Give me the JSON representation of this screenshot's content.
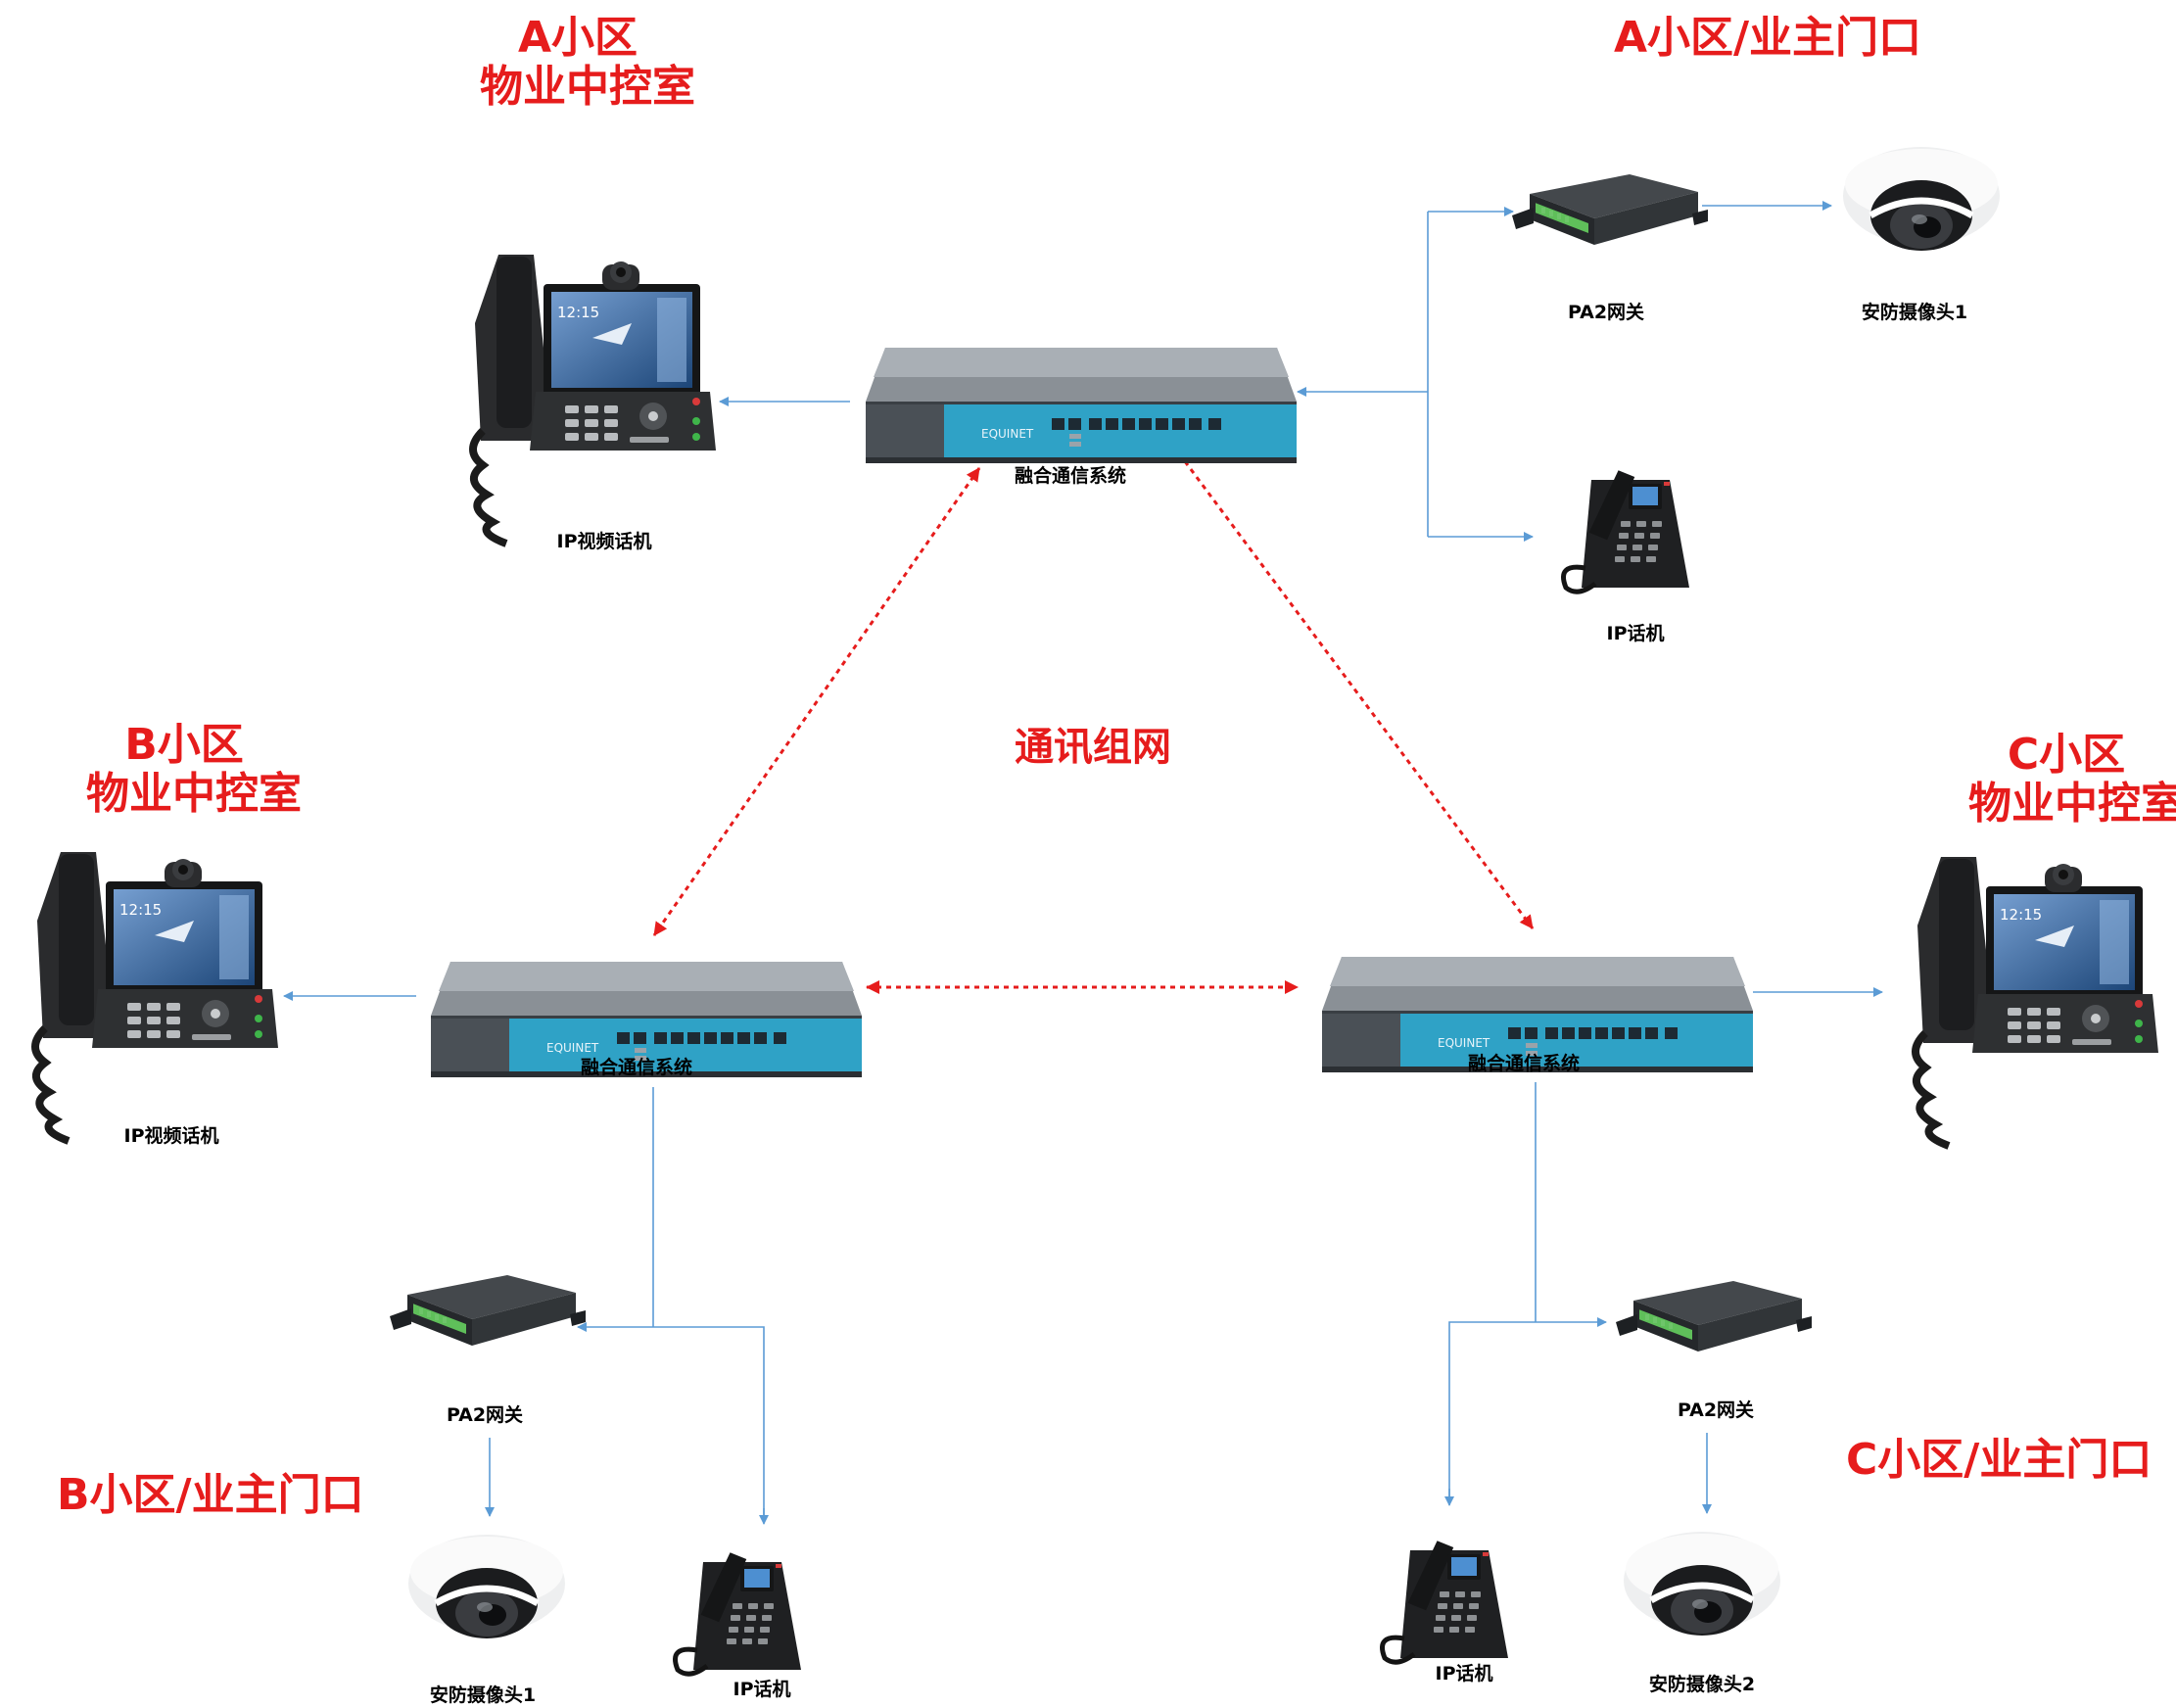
{
  "regions": {
    "a_control": {
      "line1": "A小区",
      "line2": "物业中控室"
    },
    "a_gate": {
      "line1": "A小区/业主门口"
    },
    "b_control": {
      "line1": "B小区",
      "line2": "物业中控室"
    },
    "b_gate": {
      "line1": "B小区/业主门口"
    },
    "c_control": {
      "line1": "C小区",
      "line2": "物业中控室"
    },
    "c_gate": {
      "line1": "C小区/业主门口"
    }
  },
  "center_label": "通讯组网",
  "captions": {
    "a_video_phone": "IP视频话机",
    "a_system": "融合通信系统",
    "a_gateway": "PA2网关",
    "a_camera": "安防摄像头1",
    "a_ip_phone": "IP话机",
    "b_video_phone": "IP视频话机",
    "b_system": "融合通信系统",
    "b_gateway": "PA2网关",
    "b_camera": "安防摄像头1",
    "b_ip_phone": "IP话机",
    "c_video_phone": "",
    "c_system": "融合通信系统",
    "c_gateway": "PA2网关",
    "c_camera": "安防摄像头2",
    "c_ip_phone": "IP话机"
  },
  "device_brand": "EQUINET",
  "phone_screen_time": "12:15",
  "colors": {
    "region_text": "#e61c1c",
    "link_solid": "#5b9bd5",
    "link_dotted": "#e61c1c",
    "server_front": "#2fa2c6"
  },
  "icons": {
    "server": "rack-server-icon",
    "video_phone": "video-phone-icon",
    "ip_phone": "ip-phone-icon",
    "gateway": "gateway-box-icon",
    "camera": "dome-camera-icon"
  }
}
